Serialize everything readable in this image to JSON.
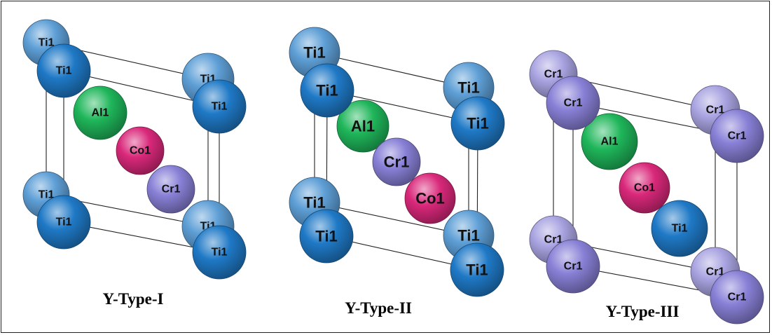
{
  "colors": {
    "Ti": "#1f79c6",
    "Al": "#1fb65a",
    "Co": "#d9287a",
    "Cr": "#8880d6",
    "frame": "#222222"
  },
  "panels": [
    {
      "caption": "Y-Type-I",
      "corner_element": "Ti1",
      "corner_species": "Ti",
      "interior": [
        {
          "label": "Al1",
          "species": "Al"
        },
        {
          "label": "Co1",
          "species": "Co"
        },
        {
          "label": "Cr1",
          "species": "Cr"
        }
      ]
    },
    {
      "caption": "Y-Type-II",
      "corner_element": "Ti1",
      "corner_species": "Ti",
      "interior": [
        {
          "label": "Al1",
          "species": "Al"
        },
        {
          "label": "Cr1",
          "species": "Cr"
        },
        {
          "label": "Co1",
          "species": "Co"
        }
      ]
    },
    {
      "caption": "Y-Type-III",
      "corner_element": "Cr1",
      "corner_species": "Cr",
      "interior": [
        {
          "label": "Al1",
          "species": "Al"
        },
        {
          "label": "Co1",
          "species": "Co"
        },
        {
          "label": "Ti1",
          "species": "Ti"
        }
      ]
    }
  ]
}
